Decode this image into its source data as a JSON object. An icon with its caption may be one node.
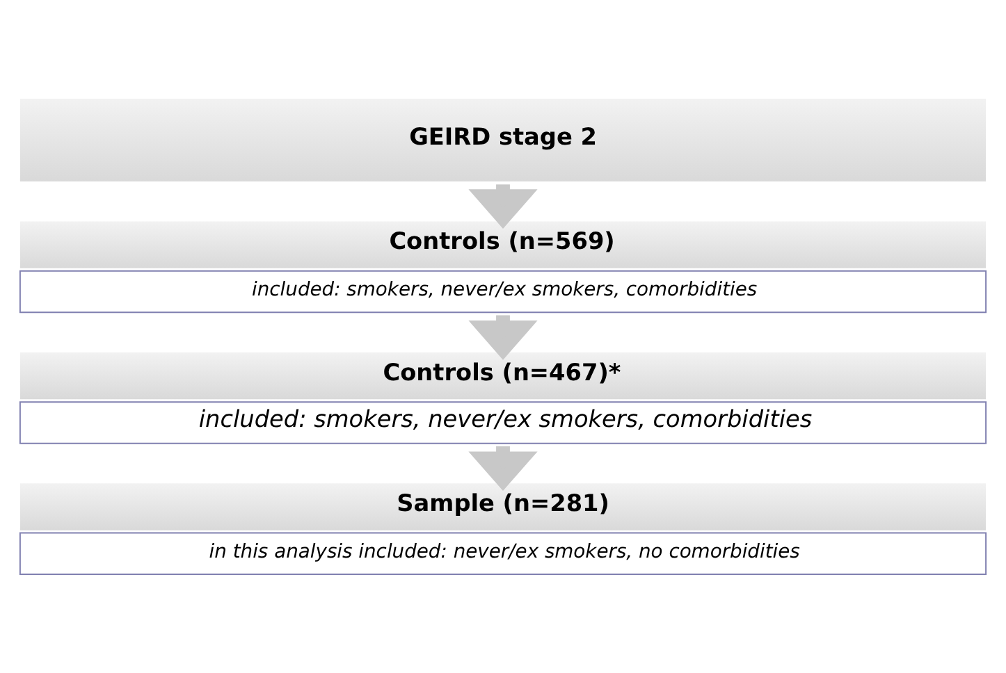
{
  "diagram": {
    "nodes": [
      {
        "text": [
          "GEIRD stage 2"
        ]
      },
      {
        "text": [
          "Controls (n=569)",
          "included: smokers, never/ex smokers, comorbidities"
        ]
      },
      {
        "text": [
          "Controls (n=467)*",
          "included: smokers, never/ex smokers, comorbidities"
        ]
      },
      {
        "text": [
          "Sample (n=281)",
          "in this analysis included: never/ex smokers, no comorbidities"
        ]
      }
    ],
    "edges": [
      {
        "from": 0,
        "to": 1,
        "arrow": "to"
      },
      {
        "from": 1,
        "to": 2,
        "arrow": "to"
      },
      {
        "from": 2,
        "to": 3,
        "arrow": "to"
      }
    ]
  }
}
